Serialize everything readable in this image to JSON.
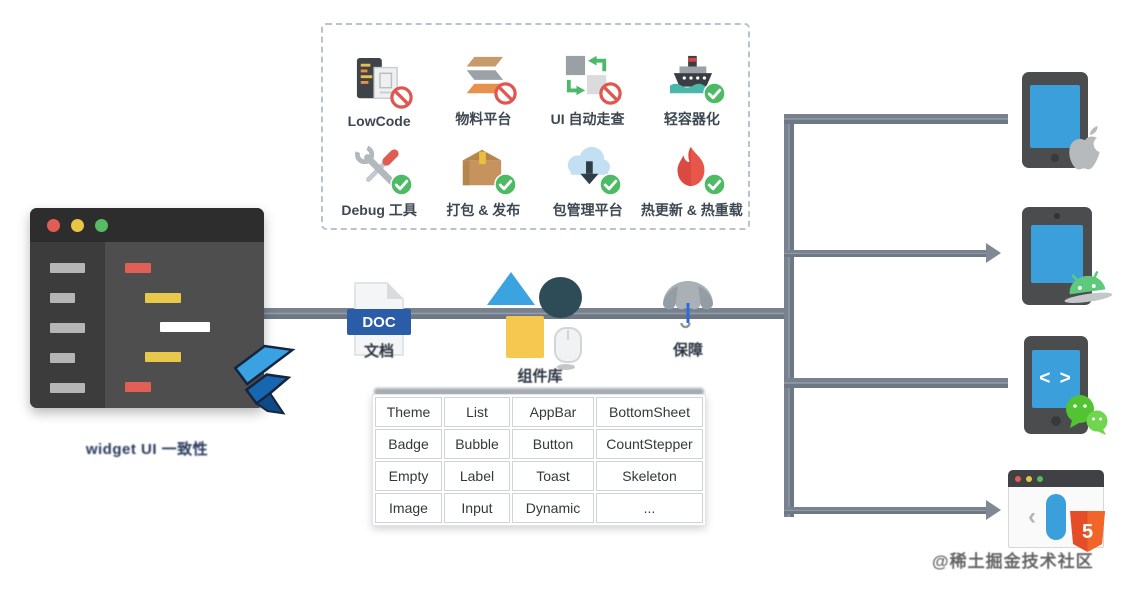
{
  "capabilities_panel": {
    "items": [
      {
        "label": "LowCode",
        "icon": "lowcode-icon",
        "status": "unavailable"
      },
      {
        "label": "物料平台",
        "icon": "materials-stack-icon",
        "status": "unavailable"
      },
      {
        "label": "UI 自动走查",
        "icon": "ui-swap-check-icon",
        "status": "unavailable"
      },
      {
        "label": "轻容器化",
        "icon": "container-ship-icon",
        "status": "available"
      },
      {
        "label": "Debug 工具",
        "icon": "debug-tools-icon",
        "status": "available"
      },
      {
        "label": "打包 & 发布",
        "icon": "package-box-icon",
        "status": "available"
      },
      {
        "label": "包管理平台",
        "icon": "cloud-download-icon",
        "status": "available"
      },
      {
        "label": "热更新 & 热重载",
        "icon": "flame-icon",
        "status": "available"
      }
    ]
  },
  "editor": {
    "caption": "widget UI 一致性",
    "logo": "flutter-logo"
  },
  "flow": {
    "doc_badge": "DOC",
    "doc_caption": "文档",
    "components_caption": "组件库",
    "umbrella_caption": "保障"
  },
  "components_table": {
    "rows": [
      [
        "Theme",
        "List",
        "AppBar",
        "BottomSheet"
      ],
      [
        "Badge",
        "Bubble",
        "Button",
        "CountStepper"
      ],
      [
        "Empty",
        "Label",
        "Toast",
        "Skeleton"
      ],
      [
        "Image",
        "Input",
        "Dynamic",
        "..."
      ]
    ]
  },
  "platforms": [
    {
      "icon": "apple-logo-icon"
    },
    {
      "icon": "android-robot-icon"
    },
    {
      "icon": "wechat-icon",
      "screen_glyph": "< >"
    },
    {
      "icon": "html5-shield-icon",
      "shield_text": "5"
    }
  ],
  "watermark": "@稀土掘金技术社区",
  "colors": {
    "line": "#78828e",
    "status_ok": "#4dba64",
    "status_no": "#e25650",
    "screen_blue": "#3b9fdb",
    "doc_ribbon_blue": "#2b5ca8",
    "table_text": "#33383d",
    "panel_border": "#b7c3cf",
    "flame_red": "#e85549",
    "wechat_green": "#52c332",
    "android_green": "#5ec87d",
    "html5_orange": "#e44d26"
  }
}
